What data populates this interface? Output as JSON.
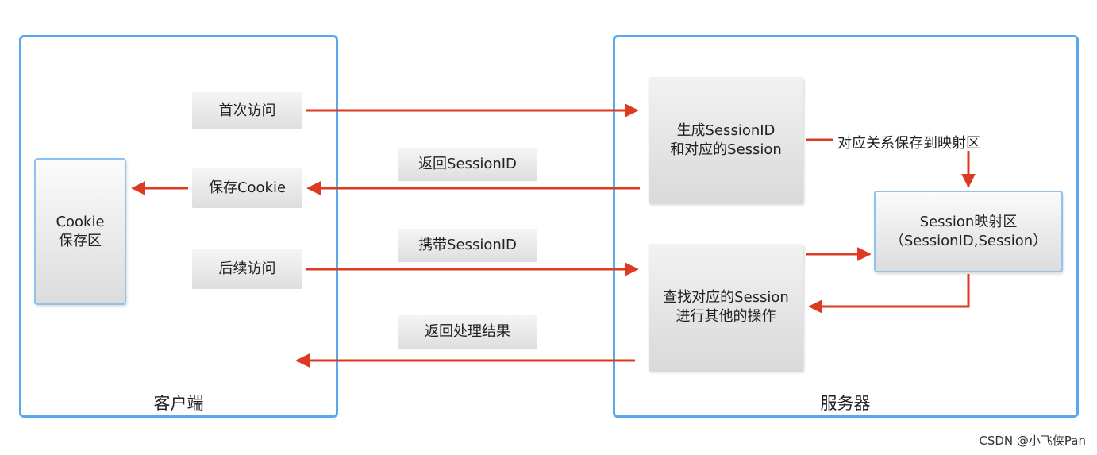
{
  "client": {
    "title": "客户端",
    "cookie_store": "Cookie\n保存区",
    "first_visit": "首次访问",
    "save_cookie": "保存Cookie",
    "later_visit": "后续访问"
  },
  "server": {
    "title": "服务器",
    "generate": "生成SessionID\n和对应的Session",
    "lookup": "查找对应的Session\n进行其他的操作",
    "session_map": "Session映射区\n（SessionID,Session）",
    "save_relation": "对应关系保存到映射区"
  },
  "messages": {
    "return_session_id": "返回SessionID",
    "carry_session_id": "携带SessionID",
    "return_result": "返回处理结果"
  },
  "colors": {
    "panel_border": "#5aa7ea",
    "arrow": "#dd3a22"
  },
  "watermark": "CSDN @小飞侠Pan"
}
